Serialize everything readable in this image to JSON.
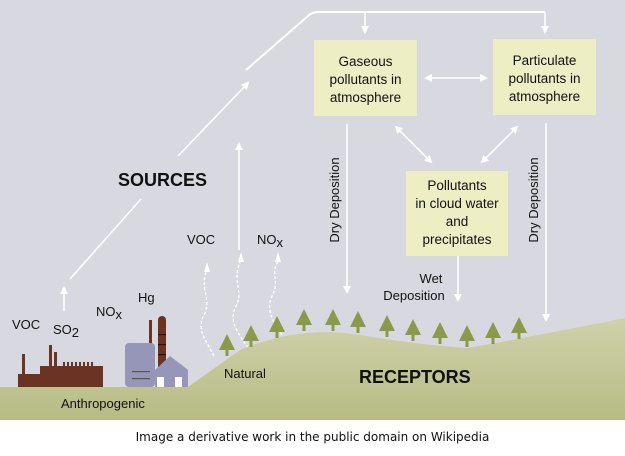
{
  "colors": {
    "sky": "#d8d8e0",
    "box_fill": "#eeeec4",
    "ground_light": "#cdd0a8",
    "ground_dark": "#b8bd86",
    "tree": "#8a9a4a",
    "factory": "#6b3322",
    "plant": "#9697b8",
    "arrow": "#ffffff"
  },
  "labels": {
    "sources": "SOURCES",
    "receptors": "RECEPTORS",
    "anthropogenic": "Anthropogenic",
    "natural": "Natural",
    "wet_deposition_line1": "Wet",
    "wet_deposition_line2": "Deposition",
    "dry_deposition_left": "Dry Deposition",
    "dry_deposition_right": "Dry Deposition"
  },
  "emissions": {
    "anthro_voc": "VOC",
    "so2_main": "SO",
    "so2_sub": "2",
    "anthro_nox_main": "NO",
    "anthro_nox_sub": "x",
    "hg": "Hg",
    "natural_voc": "VOC",
    "natural_nox_main": "NO",
    "natural_nox_sub": "x"
  },
  "boxes": {
    "gaseous": [
      "Gaseous",
      "pollutants in",
      "atmosphere"
    ],
    "particulate": [
      "Particulate",
      "pollutants in",
      "atmosphere"
    ],
    "cloud": [
      "Pollutants",
      "in cloud water",
      "and",
      "precipitates"
    ]
  },
  "caption": "Image a derivative work in the public domain on Wikipedia"
}
